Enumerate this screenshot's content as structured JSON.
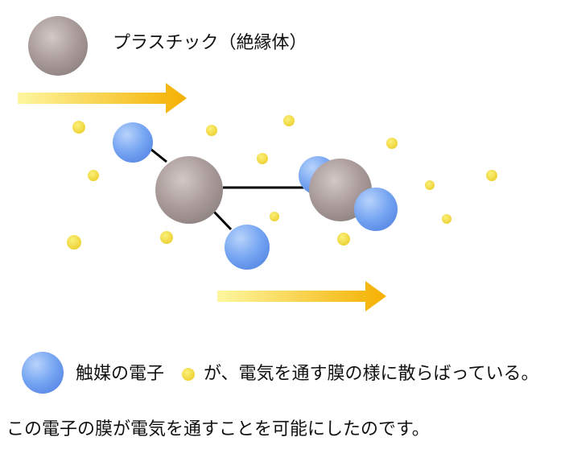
{
  "legend_top": {
    "label": "プラスチック（絶縁体）"
  },
  "legend_bottom": {
    "part1": "触媒の電子",
    "part2": "が、電気を通す膜の様に散らばっている。"
  },
  "caption": "この電子の膜が電気を通すことを可能にしたのです。",
  "colors": {
    "plastic": "#a89a98",
    "electron_blue": "#6f9ff0",
    "particle_yellow": "#f5e04a",
    "arrow": "#f5b400",
    "bond": "#000000"
  }
}
